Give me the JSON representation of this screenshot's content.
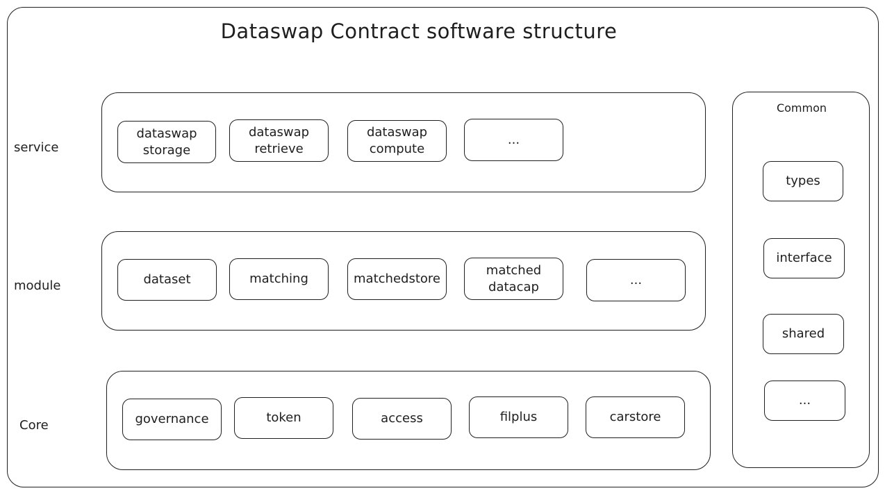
{
  "title": "Dataswap Contract software structure",
  "layers": {
    "service": {
      "label": "service",
      "items": [
        {
          "line1": "dataswap",
          "line2": "storage"
        },
        {
          "line1": "dataswap",
          "line2": "retrieve"
        },
        {
          "line1": "dataswap",
          "line2": "compute"
        },
        {
          "line1": "...",
          "line2": ""
        }
      ]
    },
    "module": {
      "label": "module",
      "items": [
        {
          "line1": "dataset",
          "line2": ""
        },
        {
          "line1": "matching",
          "line2": ""
        },
        {
          "line1": "matchedstore",
          "line2": ""
        },
        {
          "line1": "matched",
          "line2": "datacap"
        },
        {
          "line1": "...",
          "line2": ""
        }
      ]
    },
    "core": {
      "label": "Core",
      "items": [
        {
          "line1": "governance",
          "line2": ""
        },
        {
          "line1": "token",
          "line2": ""
        },
        {
          "line1": "access",
          "line2": ""
        },
        {
          "line1": "filplus",
          "line2": ""
        },
        {
          "line1": "carstore",
          "line2": ""
        }
      ]
    }
  },
  "common": {
    "label": "Common",
    "items": [
      "types",
      "interface",
      "shared",
      "..."
    ]
  }
}
